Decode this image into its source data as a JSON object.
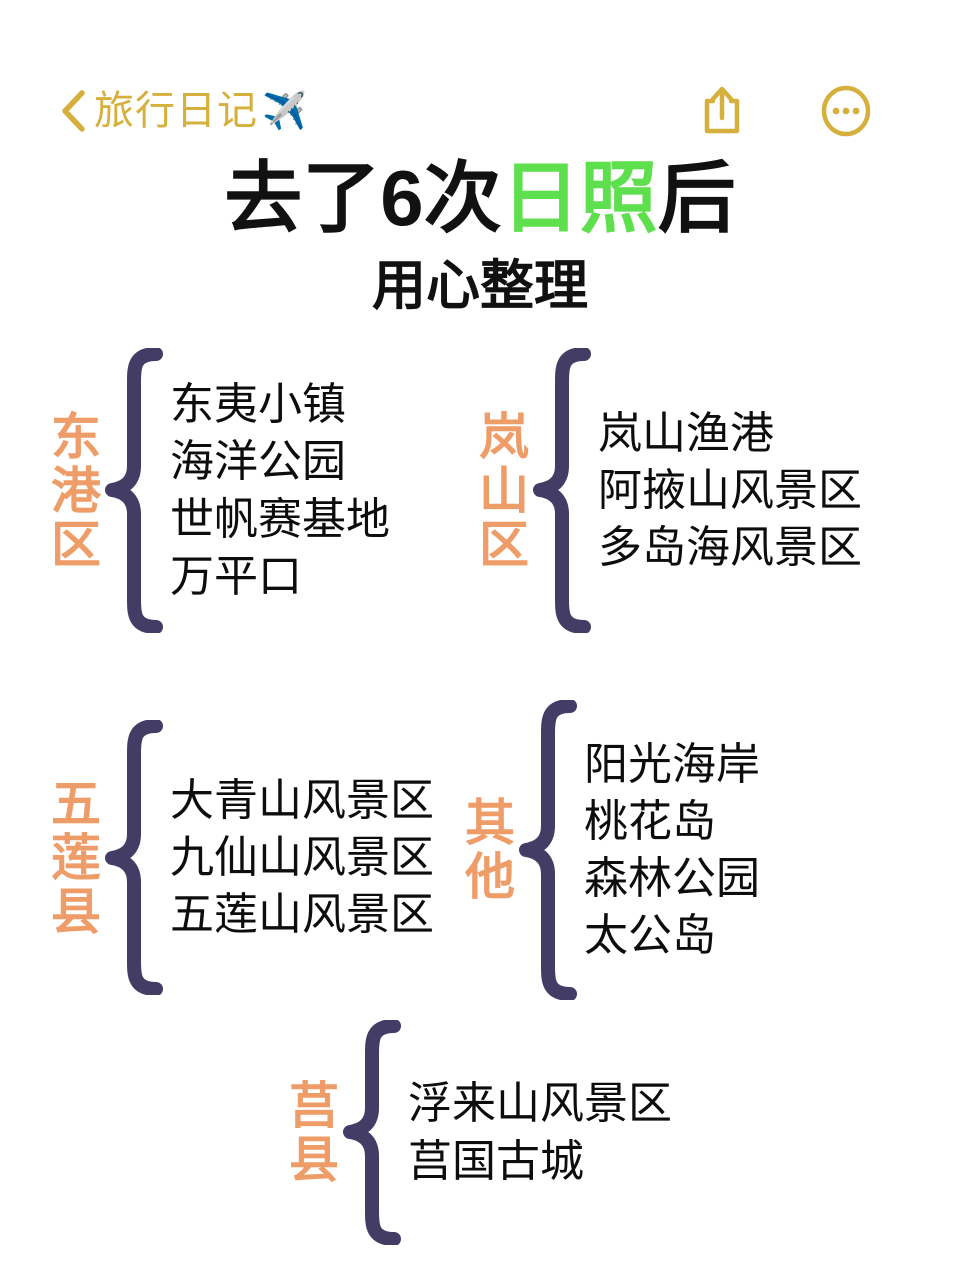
{
  "navbar": {
    "back_icon": "back-chevron-icon",
    "title": "旅行日记",
    "emoji": "✈️",
    "share_icon": "share-icon",
    "more_icon": "more-ellipsis-icon",
    "accent_color": "#D6B03C"
  },
  "heading": {
    "line1_prefix": "去了6次",
    "line1_highlight": "日照",
    "line1_suffix": "后",
    "line2": "用心整理",
    "highlight_color": "#5EE04E",
    "text_color": "#111111"
  },
  "theme": {
    "background": "#FFFFFF",
    "label_color": "#EE9C68",
    "brace_color": "#433D66",
    "item_color": "#0D0D0D"
  },
  "groups": [
    {
      "id": "donggang",
      "label": "东港区",
      "items": [
        "东夷小镇",
        "海洋公园",
        "世帆赛基地",
        "万平口"
      ]
    },
    {
      "id": "lanshan",
      "label": "岚山区",
      "items": [
        "岚山渔港",
        "阿掖山风景区",
        "多岛海风景区"
      ]
    },
    {
      "id": "wulian",
      "label": "五莲县",
      "items": [
        "大青山风景区",
        "九仙山风景区",
        "五莲山风景区"
      ]
    },
    {
      "id": "qita",
      "label": "其他",
      "items": [
        "阳光海岸",
        "桃花岛",
        "森林公园",
        "太公岛"
      ]
    },
    {
      "id": "juxian",
      "label": "莒县",
      "items": [
        "浮来山风景区",
        "莒国古城"
      ]
    }
  ]
}
